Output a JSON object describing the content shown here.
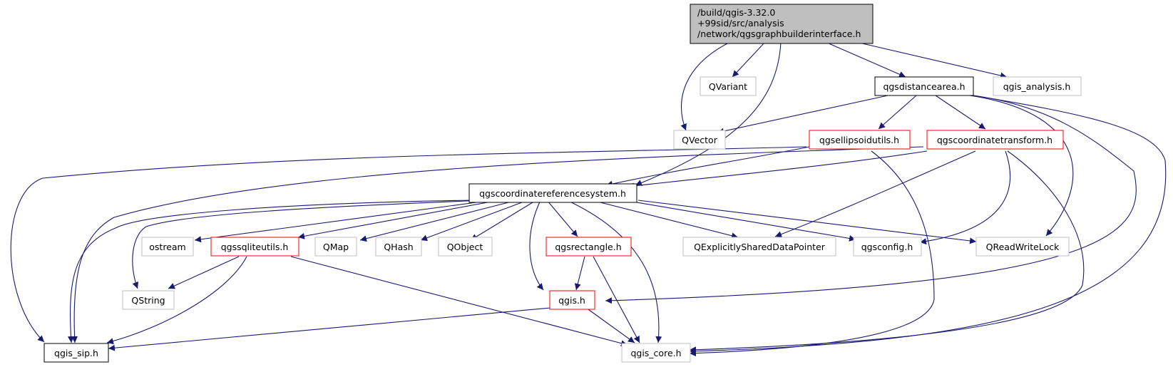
{
  "diagram": {
    "root_label_lines": [
      "/build/qgis-3.32.0",
      "+99sid/src/analysis",
      "/network/qgsgraphbuilderinterface.h"
    ],
    "nodes": [
      {
        "id": "root",
        "label": "/build/qgis-3.32.0 +99sid/src/analysis /network/qgsgraphbuilderinterface.h",
        "style": "root"
      },
      {
        "id": "qvariant",
        "label": "QVariant",
        "style": "external"
      },
      {
        "id": "qgsdistancearea",
        "label": "qgsdistancearea.h",
        "style": "documented"
      },
      {
        "id": "qgis_analysis",
        "label": "qgis_analysis.h",
        "style": "external"
      },
      {
        "id": "qvector",
        "label": "QVector",
        "style": "external"
      },
      {
        "id": "qgsellipsoidutils",
        "label": "qgsellipsoidutils.h",
        "style": "truncated"
      },
      {
        "id": "qgscoordinatetransform",
        "label": "qgscoordinatetransform.h",
        "style": "truncated"
      },
      {
        "id": "qgscrs",
        "label": "qgscoordinatereferencesystem.h",
        "style": "documented"
      },
      {
        "id": "ostream",
        "label": "ostream",
        "style": "external"
      },
      {
        "id": "qgssqliteutils",
        "label": "qgssqliteutils.h",
        "style": "truncated"
      },
      {
        "id": "qmap",
        "label": "QMap",
        "style": "external"
      },
      {
        "id": "qhash",
        "label": "QHash",
        "style": "external"
      },
      {
        "id": "qobject",
        "label": "QObject",
        "style": "external"
      },
      {
        "id": "qgsrectangle",
        "label": "qgsrectangle.h",
        "style": "truncated"
      },
      {
        "id": "qexplicitly",
        "label": "QExplicitlySharedDataPointer",
        "style": "external"
      },
      {
        "id": "qgsconfig",
        "label": "qgsconfig.h",
        "style": "external"
      },
      {
        "id": "qreadwritelock",
        "label": "QReadWriteLock",
        "style": "external"
      },
      {
        "id": "qstring",
        "label": "QString",
        "style": "external"
      },
      {
        "id": "qgis",
        "label": "qgis.h",
        "style": "truncated"
      },
      {
        "id": "qgis_sip",
        "label": "qgis_sip.h",
        "style": "documented"
      },
      {
        "id": "qgis_core",
        "label": "qgis_core.h",
        "style": "external"
      }
    ],
    "edges": [
      [
        "root",
        "qvector"
      ],
      [
        "root",
        "qvariant"
      ],
      [
        "root",
        "qgscrs"
      ],
      [
        "root",
        "qgsdistancearea"
      ],
      [
        "root",
        "qgis_analysis"
      ],
      [
        "qgsdistancearea",
        "qvector"
      ],
      [
        "qgsdistancearea",
        "qgsellipsoidutils"
      ],
      [
        "qgsdistancearea",
        "qgscoordinatetransform"
      ],
      [
        "qgsdistancearea",
        "qreadwritelock"
      ],
      [
        "qgsdistancearea",
        "qgis"
      ],
      [
        "qgsdistancearea",
        "qgis_core"
      ],
      [
        "qgsellipsoidutils",
        "qgis_sip"
      ],
      [
        "qgsellipsoidutils",
        "qgscrs"
      ],
      [
        "qgsellipsoidutils",
        "qgis_core"
      ],
      [
        "qgscoordinatetransform",
        "qgis_sip"
      ],
      [
        "qgscoordinatetransform",
        "qgscrs"
      ],
      [
        "qgscoordinatetransform",
        "qexplicitly"
      ],
      [
        "qgscoordinatetransform",
        "qgsconfig"
      ],
      [
        "qgscoordinatetransform",
        "qgis_core"
      ],
      [
        "qgscrs",
        "qgis_sip"
      ],
      [
        "qgscrs",
        "qstring"
      ],
      [
        "qgscrs",
        "ostream"
      ],
      [
        "qgscrs",
        "qgssqliteutils"
      ],
      [
        "qgscrs",
        "qmap"
      ],
      [
        "qgscrs",
        "qhash"
      ],
      [
        "qgscrs",
        "qobject"
      ],
      [
        "qgscrs",
        "qgis"
      ],
      [
        "qgscrs",
        "qgsrectangle"
      ],
      [
        "qgscrs",
        "qgis_core"
      ],
      [
        "qgscrs",
        "qexplicitly"
      ],
      [
        "qgscrs",
        "qgsconfig"
      ],
      [
        "qgscrs",
        "qreadwritelock"
      ],
      [
        "qgssqliteutils",
        "qstring"
      ],
      [
        "qgssqliteutils",
        "qgis_sip"
      ],
      [
        "qgssqliteutils",
        "qgis_core"
      ],
      [
        "qgsrectangle",
        "qgis"
      ],
      [
        "qgsrectangle",
        "qgis_core"
      ],
      [
        "qgis",
        "qgis_sip"
      ],
      [
        "qgis",
        "qgis_core"
      ]
    ]
  },
  "colors": {
    "edge": "#191970",
    "root_fill": "#bfbfbf",
    "root_border": "#000000",
    "documented_border": "#000000",
    "truncated_border": "#ff0000",
    "external_border": "#bfbfbf",
    "node_fill": "#ffffff"
  }
}
